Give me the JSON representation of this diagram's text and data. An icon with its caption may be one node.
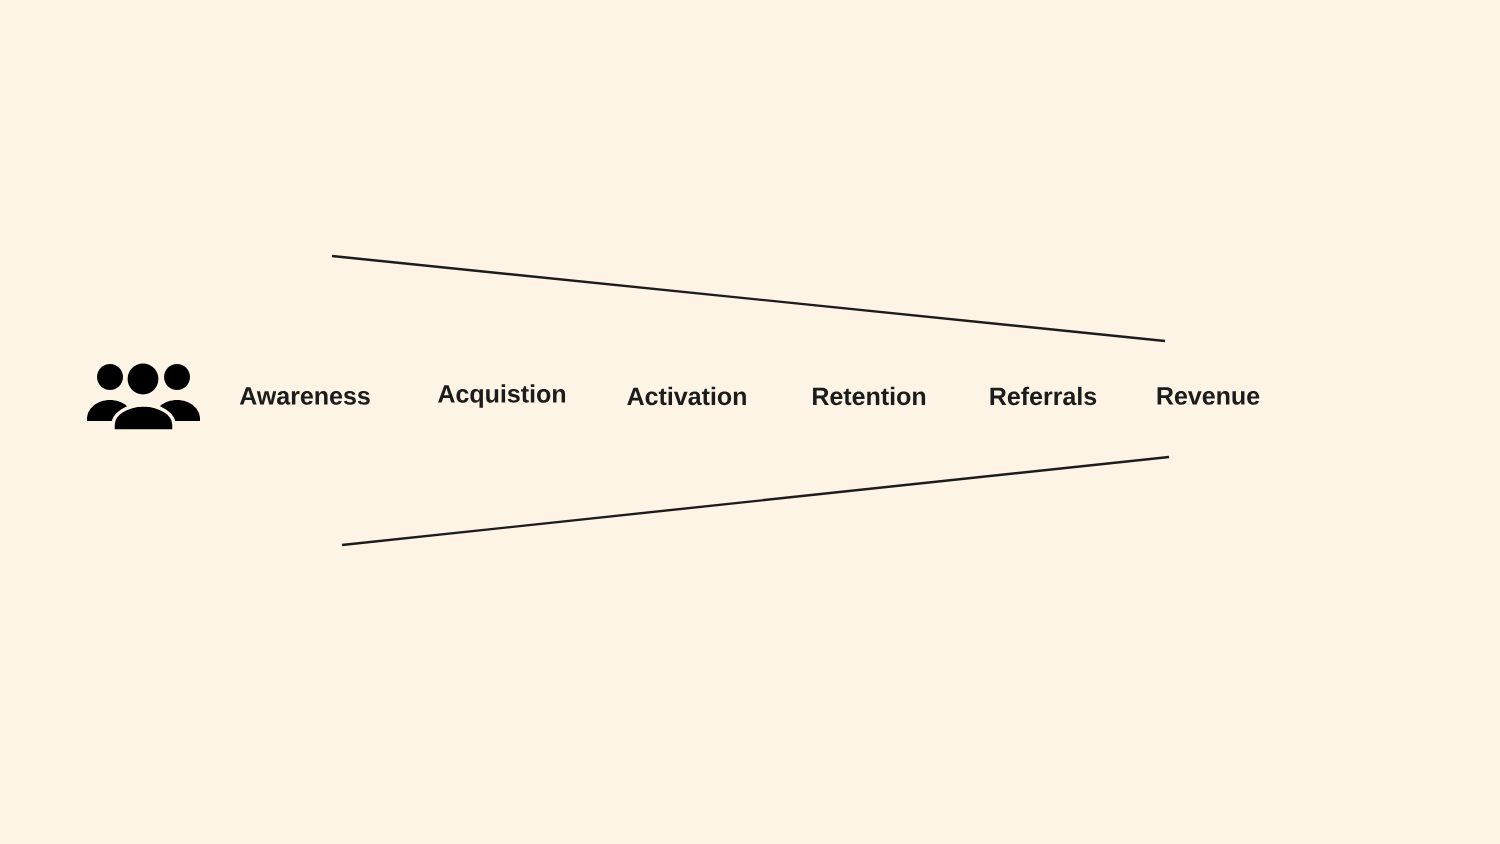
{
  "diagram": {
    "labels": [
      "Awareness",
      "Acquistion",
      "Activation",
      "Retention",
      "Referrals",
      "Revenue"
    ]
  }
}
